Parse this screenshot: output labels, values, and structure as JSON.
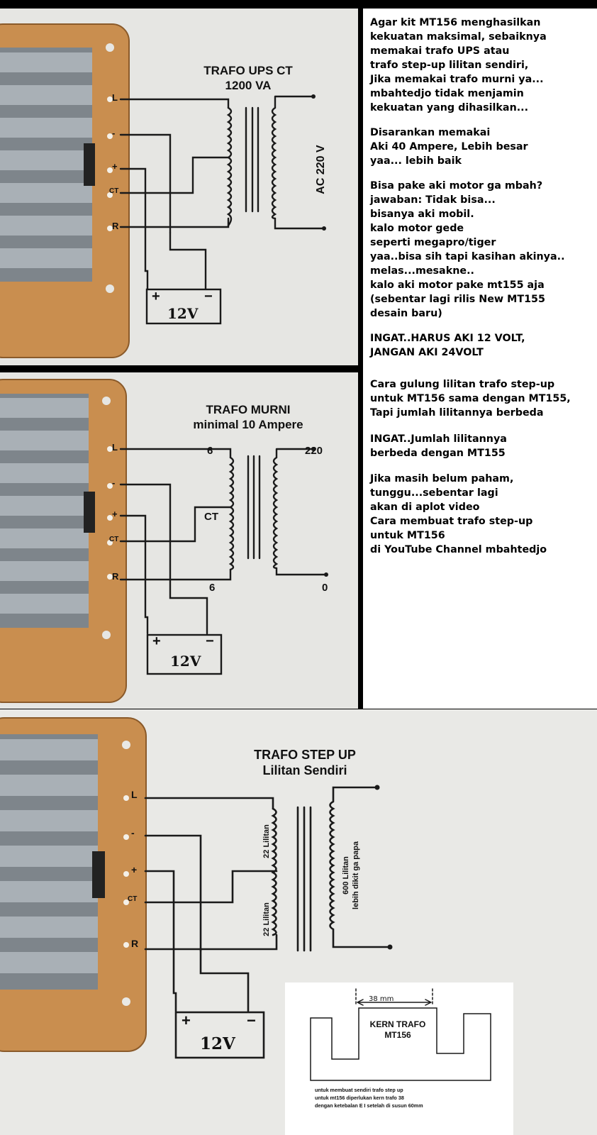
{
  "panel_ups": {
    "title_line1": "TRAFO UPS CT",
    "title_line2": "1200 VA",
    "ac_label": "AC 220 V",
    "terminals": [
      "L",
      "-",
      "+",
      "CT",
      "R"
    ],
    "battery_plus": "+",
    "battery_minus": "−",
    "battery_label": "12V"
  },
  "panel_murni": {
    "title_line1": "TRAFO MURNI",
    "title_line2": "minimal 10 Ampere",
    "primary_top": "6",
    "primary_ct": "CT",
    "primary_bottom": "6",
    "secondary_top": "220",
    "secondary_bottom": "0",
    "terminals": [
      "L",
      "-",
      "+",
      "CT",
      "R"
    ],
    "battery_plus": "+",
    "battery_minus": "−",
    "battery_label": "12V"
  },
  "panel_stepup": {
    "title_line1": "TRAFO STEP UP",
    "title_line2": "Lilitan Sendiri",
    "primary_upper": "22 Lilitan",
    "primary_lower": "22 Lilitan",
    "secondary_line1": "600 Lilitan",
    "secondary_line2": "lebih dikit ga papa",
    "terminals": [
      "L",
      "-",
      "+",
      "CT",
      "R"
    ],
    "battery_plus": "+",
    "battery_minus": "−",
    "battery_label": "12V"
  },
  "kern": {
    "dimension": "38 mm",
    "title_line1": "KERN TRAFO",
    "title_line2": "MT156",
    "note_line1": "untuk membuat sendiri trafo step up",
    "note_line2": "untuk mt156 diperlukan kern trafo 38",
    "note_line3": "dengan ketebalan E I setelah di susun 60mm"
  },
  "text_blocks": [
    "Agar kit MT156 menghasilkan\nkekuatan maksimal, sebaiknya\nmemakai trafo UPS atau\ntrafo step-up lilitan sendiri,\nJika memakai trafo murni ya...\nmbahtedjo tidak menjamin\nkekuatan yang dihasilkan...",
    "Disarankan memakai\nAki 40 Ampere, Lebih besar\nyaa... lebih baik",
    "Bisa pake aki motor ga mbah?\njawaban: Tidak bisa...\nbisanya aki mobil.\nkalo motor gede\nseperti megapro/tiger\nyaa..bisa sih tapi kasihan akinya..\nmelas...mesakne..\nkalo aki motor pake mt155 aja\n(sebentar lagi rilis New MT155\ndesain baru)",
    "INGAT..HARUS AKI 12 VOLT,\nJANGAN AKI 24VOLT",
    "Cara gulung lilitan trafo step-up\nuntuk MT156 sama dengan MT155,\nTapi jumlah lilitannya berbeda",
    "INGAT..Jumlah lilitannya\nberbeda dengan MT155",
    "Jika masih belum paham,\ntunggu...sebentar lagi\nakan di aplot video\nCara membuat trafo step-up\nuntuk MT156\ndi YouTube Channel mbahtedjo"
  ],
  "colors": {
    "paper": "#e7e7e4",
    "board": "#c98e4f",
    "board_edge": "#8a5a2a",
    "heatsink": "#8d949b",
    "ink": "#1a1a1a"
  }
}
